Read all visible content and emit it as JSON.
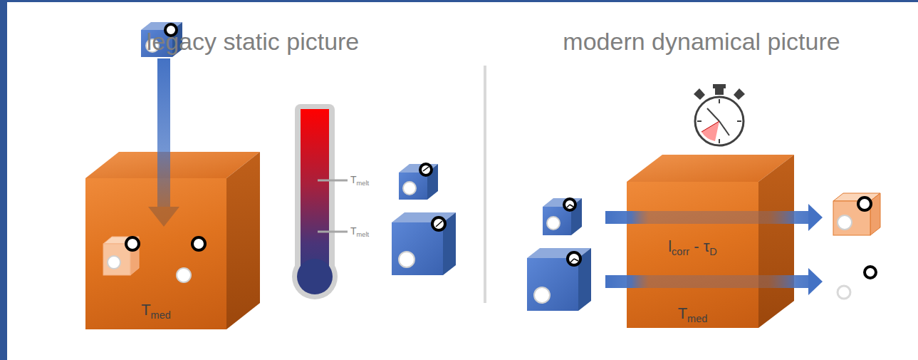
{
  "diagram": {
    "nodes": [
      {
        "text": [
          "Tmed"
        ]
      },
      {
        "text": [
          "lcorr - τD",
          "Tmed"
        ]
      }
    ],
    "labels": [
      "legacy static picture",
      "Tmelt",
      "Tmelt",
      "modern dynamical picture"
    ]
  }
}
